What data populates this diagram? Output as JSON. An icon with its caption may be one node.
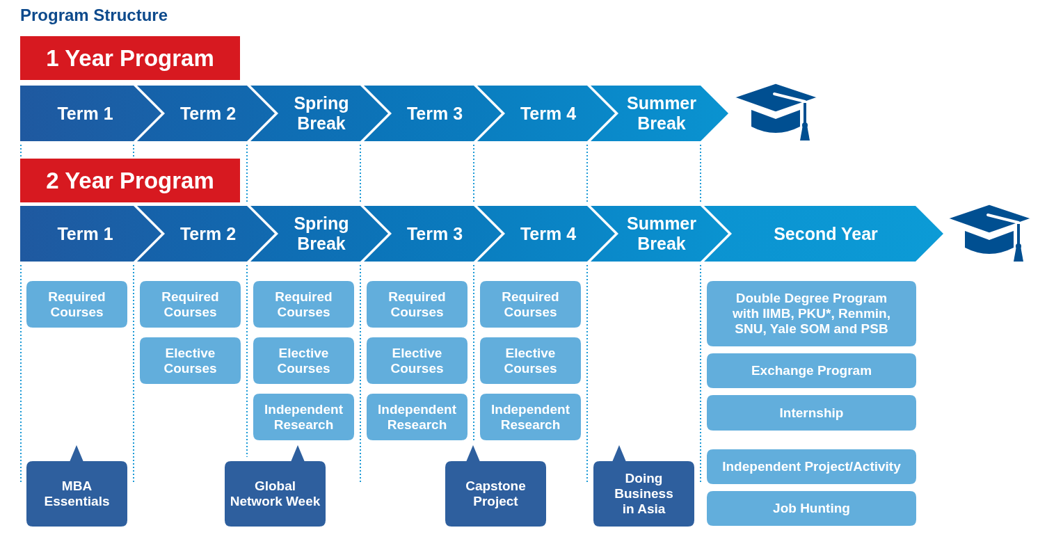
{
  "diagram": {
    "title": "Program Structure",
    "nodes": [
      {
        "text": [
          "1 Year Program"
        ]
      },
      {
        "text": [
          "Term 1"
        ]
      },
      {
        "text": [
          "Term 2"
        ]
      },
      {
        "text": [
          "Spring Break"
        ]
      },
      {
        "text": [
          "Term 3"
        ]
      },
      {
        "text": [
          "Term 4"
        ]
      },
      {
        "text": [
          "Summer Break"
        ]
      },
      {
        "text": [
          "2 Year Program"
        ]
      },
      {
        "text": [
          "Term 1"
        ]
      },
      {
        "text": [
          "Term 2"
        ]
      },
      {
        "text": [
          "Spring Break"
        ]
      },
      {
        "text": [
          "Term 3"
        ]
      },
      {
        "text": [
          "Term 4"
        ]
      },
      {
        "text": [
          "Summer Break"
        ]
      },
      {
        "text": [
          "Second Year"
        ]
      },
      {
        "text": [
          "Required Courses"
        ]
      },
      {
        "text": [
          "Required Courses"
        ]
      },
      {
        "text": [
          "Required Courses"
        ]
      },
      {
        "text": [
          "Required Courses"
        ]
      },
      {
        "text": [
          "Required Courses"
        ]
      },
      {
        "text": [
          "Double Degree Program with IIMB, PKU*, Renmin, SNU, Yale SOM and PSB"
        ]
      },
      {
        "text": [
          "Elective Courses"
        ]
      },
      {
        "text": [
          "Elective Courses"
        ]
      },
      {
        "text": [
          "Elective Courses"
        ]
      },
      {
        "text": [
          "Elective Courses"
        ]
      },
      {
        "text": [
          "Exchange Program"
        ]
      },
      {
        "text": [
          "Independent Research"
        ]
      },
      {
        "text": [
          "Independent Research"
        ]
      },
      {
        "text": [
          "Independent Research"
        ]
      },
      {
        "text": [
          "Internship"
        ]
      },
      {
        "text": [
          "Independent Project/Activity"
        ]
      },
      {
        "text": [
          "MBA Essentials"
        ]
      },
      {
        "text": [
          "Global Network Week"
        ]
      },
      {
        "text": [
          "Capstone Project"
        ]
      },
      {
        "text": [
          "Doing Business in Asia"
        ]
      },
      {
        "text": [
          "Job Hunting"
        ]
      }
    ]
  }
}
